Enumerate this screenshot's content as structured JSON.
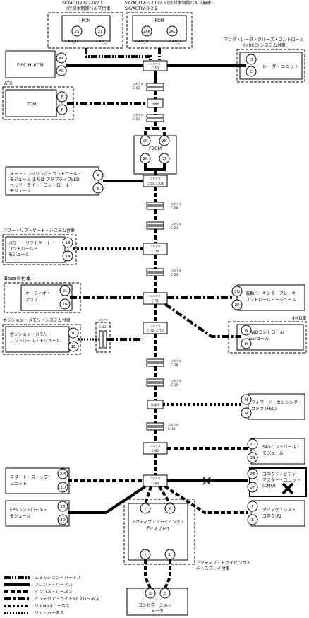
{
  "variants": {
    "pcm_left_note1": "SKYACTIV-G 2.0/2.5",
    "pcm_left_note2": "(冷却水制御バルブ付車)",
    "pcm_right_note1": "SKYACTIV-G 2.0/2.5 (冷却水制御バルブ無車)、",
    "pcm_right_note2": "SKYACTIV-D 2.2",
    "mrcc_note1": "マツダ・レーダ・クルーズ・コントロール",
    "mrcc_note2": "(MRCC) システム付車",
    "atx": "ATX",
    "power_liftgate_note": "パワー・リフトゲート・システム付車",
    "bose_note": "Bose®付車",
    "memory_note": "ポジション・メモリ・システム付車",
    "awd_note": "4WD車",
    "adas_note1": "アクティブ・ドライビング・",
    "adas_note2": "ディスプレイ付車"
  },
  "modules": {
    "pcm_left": {
      "name": "PCM",
      "pin1": "2S",
      "pin2": "2T",
      "can_h": "CAN_H",
      "can_l": "CAN_L"
    },
    "pcm_right": {
      "name": "PCM",
      "pin1": "2AK",
      "pin2": "2AL",
      "can_h": "CAN_H",
      "can_l": "CAN_L"
    },
    "dsc": {
      "name": "DSC HU/CM",
      "pin1": "AF",
      "pin2": "AC"
    },
    "radar": {
      "name": "レーダ・ユニット",
      "pin1": "D",
      "pin2": "C"
    },
    "tcm": {
      "name": "TCM",
      "pin1": "E",
      "pin2": "F"
    },
    "fbcm": {
      "name": "FBCM",
      "pin1": "2P",
      "pin2": "2N",
      "pin3": "2K",
      "pin4": "2I"
    },
    "leveling": {
      "name1": "オート・レベリング・コントロール・",
      "name2": "モジュール または アダプティブLED",
      "name3": "ヘッド・ライト・コントロール・",
      "name4": "モジュール",
      "pin1": "A",
      "pin2": "B"
    },
    "liftgate": {
      "name1": "パワー・リフトゲート・",
      "name2": "コントロール・",
      "name3": "モジュール",
      "pin1": "1B",
      "pin2": "1A"
    },
    "audio": {
      "name1": "オーディオ・",
      "name2": "アンプ",
      "pin1": "2L",
      "pin2": "2N"
    },
    "epb": {
      "name1": "電動パーキング・ブレーキ・",
      "name2": "コントロール・モジュール",
      "pin1": "2G",
      "pin2": "2F"
    },
    "memory": {
      "name1": "ポジション・メモリ・",
      "name2": "コントロール・モジュール",
      "pin1": "1C",
      "pin2": "1E"
    },
    "awd": {
      "name1": "4WDコントロール・",
      "name2": "モジュール",
      "pin1": "G",
      "pin2": "H"
    },
    "fsc": {
      "name1": "フォワード・センシング・",
      "name2": "カメラ (FSC)",
      "pin1": "M",
      "pin2": "N"
    },
    "sas": {
      "name1": "SASコントロール・",
      "name2": "モジュール",
      "pin1": "3D",
      "pin2": "3S"
    },
    "startstop": {
      "name1": "スタート・ストップ・",
      "name2": "ユニット",
      "pin1": "2M",
      "pin2": "2O"
    },
    "cmu": {
      "name1": "コネクティビティ・",
      "name2": "マスター・ユニット",
      "name3": "(CMU)",
      "pin1": "2E",
      "pin2": "2F"
    },
    "eps": {
      "name1": "EPSコントロール・",
      "name2": "モジュール",
      "pin1": "2B",
      "pin2": "2D"
    },
    "dlc": {
      "name1": "ダイアグノシス・",
      "name2": "コネクタ2",
      "pin1": "F",
      "pin2": "E"
    },
    "adas": {
      "name1": "アクティブ・ドライビング・",
      "name2": "ディスプレイ",
      "pin1": "I",
      "pin2": "K",
      "pin3": "J",
      "pin4": "L"
    },
    "meter": {
      "name1": "コンビネーション・",
      "name2": "メータ",
      "pin1": "B",
      "pin2": "D"
    }
  },
  "connectors": {
    "c53": {
      "kana": "コネクタ",
      "code": "C-53"
    },
    "c01": {
      "kana": "コネクタ",
      "code": "C-01"
    },
    "joint_a": "分岐A",
    "c01b": {
      "kana": "コネクタ",
      "code": "C-01"
    },
    "c55": {
      "kana": "コネクタ",
      "code": "C-55, C-04"
    },
    "c09": {
      "kana": "コネクタ",
      "code": "C-09"
    },
    "c24": {
      "kana": "コネクタ",
      "code": "C-24"
    },
    "c74": {
      "kana": "コネクタ",
      "code": "C-74"
    },
    "c24b": {
      "kana": "コネクタ",
      "code": "C-24"
    },
    "c71": {
      "kana": "コネクタ",
      "code": "C-71"
    },
    "c72": {
      "kana": "コネクタ",
      "code": "C-72, C-75"
    },
    "c31": {
      "kana": "コネクタ",
      "code": "C-31"
    },
    "c16": {
      "kana": "コネクタ",
      "code": "C-16"
    },
    "c19": {
      "kana": "コネクタ",
      "code": "C-19"
    },
    "joint_b": "分岐 B",
    "c19b": {
      "kana": "コネクタ",
      "code": "C-19"
    },
    "c63": {
      "kana": "コネクタ",
      "code": "C-63"
    },
    "c64": {
      "kana": "コネクタ",
      "code": "C-64"
    }
  },
  "legend": [
    {
      "label": ": エミッション・ハーネス",
      "style": "emission"
    },
    {
      "label": ": フロント・ハーネス",
      "style": "front"
    },
    {
      "label": ": インパネ・ハーネス",
      "style": "instrument"
    },
    {
      "label": ": インテリア・ライトNo.2ハーネス",
      "style": "interior"
    },
    {
      "label": ": リヤNo.5ハーネス",
      "style": "rear5"
    },
    {
      "label": ": リヤ・ハーネス",
      "style": "rear"
    }
  ]
}
